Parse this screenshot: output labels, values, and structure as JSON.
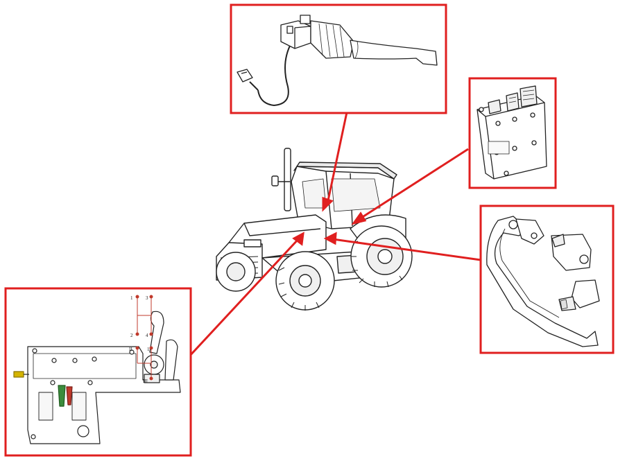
{
  "colors": {
    "callout": "#e01f1f",
    "line_art": "#222222",
    "background": "#ffffff",
    "connector_green": "#3c8c3c",
    "connector_red": "#c0392b",
    "fitting_yellow": "#d4b400"
  },
  "callouts": [
    {
      "name": "steering-column-stalk-switch",
      "icon": "stalk-switch-icon"
    },
    {
      "name": "electronic-control-unit",
      "icon": "control-module-icon"
    },
    {
      "name": "pedal-position-sensor",
      "icon": "pedal-sensor-icon"
    },
    {
      "name": "transmission-shift-cover",
      "icon": "gear-shift-cover-icon"
    }
  ],
  "shift_pattern": {
    "labels": [
      "1",
      "3",
      "2",
      "4",
      "II",
      "1",
      "III"
    ]
  },
  "center_figure": {
    "icon": "tractor-icon"
  }
}
